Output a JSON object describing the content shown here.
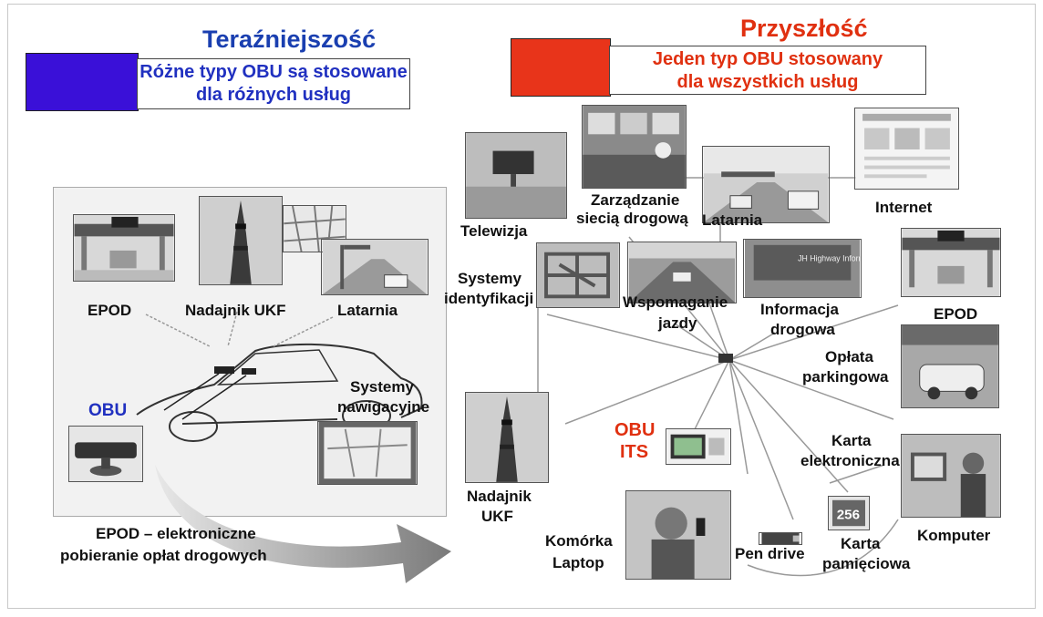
{
  "present": {
    "title": "Teraźniejszość",
    "subtitle_line1": "Różne typy OBU są stosowane",
    "subtitle_line2": "dla różnych usług",
    "title_color": "#1a3fb0",
    "marker_color": "#3a10d8",
    "labels": {
      "epod": "EPOD",
      "ukf": "Nadajnik UKF",
      "latarnia": "Latarnia",
      "obu": "OBU",
      "nav_line1": "Systemy",
      "nav_line2": "nawigacyjne"
    },
    "footnote_line1": "EPOD – elektroniczne",
    "footnote_line2": "pobieranie opłat drogowych"
  },
  "future": {
    "title": "Przyszłość",
    "subtitle_line1": "Jeden typ OBU  stosowany",
    "subtitle_line2": "dla wszystkich usług",
    "title_color": "#e03010",
    "marker_color": "#e8341a",
    "labels": {
      "telewizja": "Telewizja",
      "zarz_line1": "Zarządzanie",
      "zarz_line2": "siecią drogową",
      "latarnia": "Latarnia",
      "internet": "Internet",
      "sysid_line1": "Systemy",
      "sysid_line2": "identyfikacji",
      "wsp_line1": "Wspomaganie",
      "wsp_line2": "jazdy",
      "info_line1": "Informacja",
      "info_line2": "drogowa",
      "epod": "EPOD",
      "parking_line1": "Opłata",
      "parking_line2": "parkingowa",
      "obu_line1": "OBU",
      "obu_line2": "ITS",
      "karta_el_line1": "Karta",
      "karta_el_line2": "elektroniczna",
      "ukf_line1": "Nadajnik",
      "ukf_line2": "UKF",
      "komorka_line1": "Komórka",
      "komorka_line2": "Laptop",
      "pendrive": "Pen drive",
      "karta_pam_line1": "Karta",
      "karta_pam_line2": "pamięciowa",
      "komputer": "Komputer",
      "card_number": "256",
      "jh_sign": "JH Highway Information"
    }
  }
}
